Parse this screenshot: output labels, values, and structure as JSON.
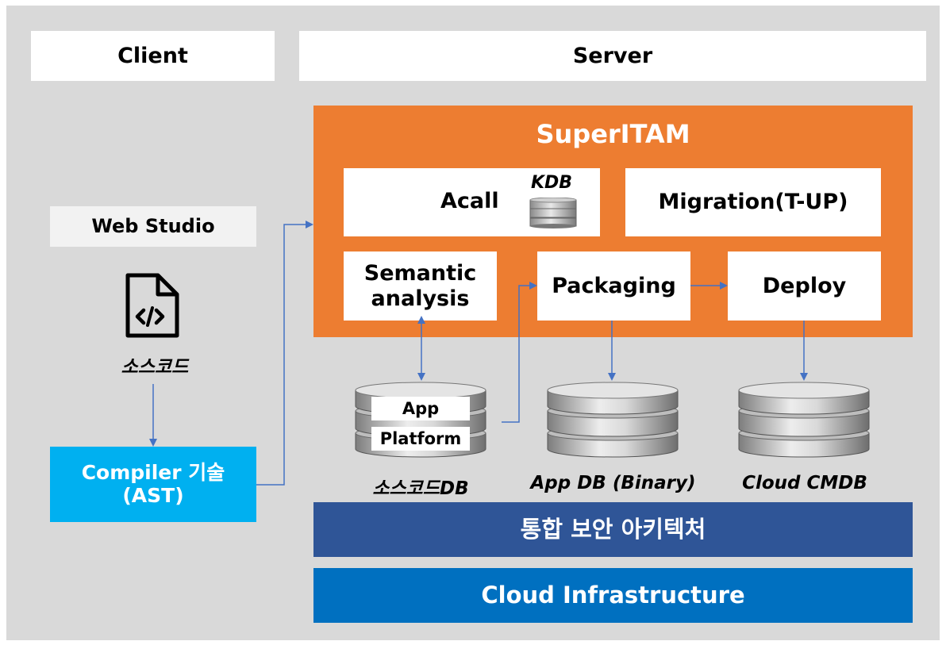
{
  "header": {
    "client_label": "Client",
    "server_label": "Server"
  },
  "client": {
    "web_studio_label": "Web Studio",
    "source_code_label": "소스코드",
    "compiler_label": "Compiler 기술\n(AST)",
    "file_icon": "code-file-icon"
  },
  "server": {
    "title": "SuperITAM",
    "acall_label": "Acall",
    "kdb_label": "KDB",
    "migration_label": "Migration(T-UP)",
    "semantic_label": "Semantic\nanalysis",
    "packaging_label": "Packaging",
    "deploy_label": "Deploy"
  },
  "databases": {
    "source_db": {
      "label": "소스코드DB",
      "app_text": "App",
      "platform_text": "Platform"
    },
    "app_db": {
      "label": "App DB (Binary)"
    },
    "cloud_db": {
      "label": "Cloud CMDB"
    }
  },
  "layers": {
    "security_label": "통합 보안 아키텍처",
    "infra_label": "Cloud Infrastructure"
  },
  "colors": {
    "frame_bg": "#d9d9d9",
    "orange": "#ed7d31",
    "compiler_blue": "#00b0f0",
    "security_navy": "#2f5597",
    "infra_blue": "#0070c0",
    "connector": "#4472c4"
  }
}
